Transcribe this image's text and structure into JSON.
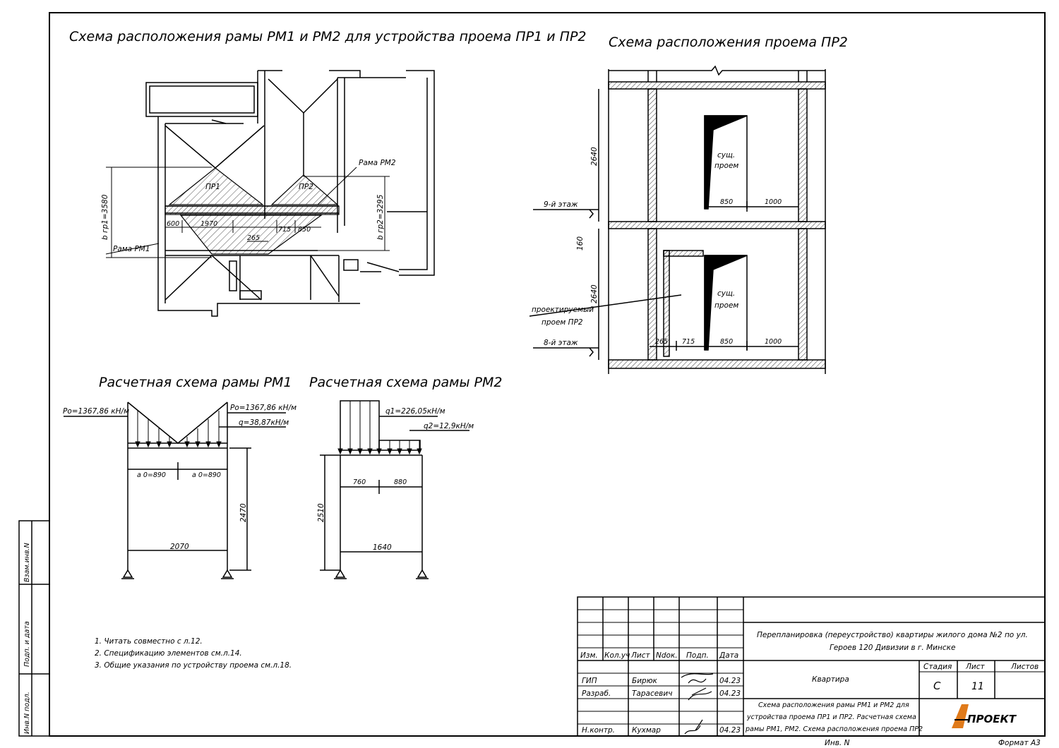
{
  "titles": {
    "plan": "Схема расположения рамы РМ1 и РМ2 для устройства проема ПР1 и ПР2",
    "section": "Схема расположения проема ПР2",
    "rm1": "Расчетная схема рамы РМ1",
    "rm2": "Расчетная схема рамы РМ2"
  },
  "plan": {
    "pr1": "ПР1",
    "pr2": "ПР2",
    "rama_rm1": "Рама РМ1",
    "rama_rm2": "Рама РМ2",
    "bgr1": "b гр1=3580",
    "bgr2": "b гр2=3295",
    "d600": "600",
    "d1970": "1970",
    "d265": "265",
    "d715": "715",
    "d850": "850"
  },
  "section": {
    "floor9": "9-й этаж",
    "floor8": "8-й этаж",
    "h_upper": "2640",
    "h_lower": "2640",
    "slab": "160",
    "existing1": "сущ.",
    "existing2": "проем",
    "existing3": "сущ.",
    "existing4": "проем",
    "proj1": "проектируемый",
    "proj2": "проем ПР2",
    "u850": "850",
    "u1000": "1000",
    "l265": "265",
    "l715": "715",
    "l850": "850",
    "l1000": "1000"
  },
  "rm1": {
    "po_left": "Po=1367,86 кН/м",
    "po_right": "Po=1367,86 кН/м",
    "q": "q=38,87кН/м",
    "a0_left": "a 0=890",
    "a0_right": "a 0=890",
    "height": "2470",
    "span": "2070"
  },
  "rm2": {
    "q1": "q1=226,05кН/м",
    "q2": "q2=12,9кН/м",
    "d760": "760",
    "d880": "880",
    "height": "2510",
    "span": "1640"
  },
  "notes": [
    "1.   Читать совместно с л.12.",
    "2.   Спецификацию элементов см.л.14.",
    "3.   Общие указания по устройству проема см.л.18."
  ],
  "side_stamp": {
    "vzam": "Взам.инв.N",
    "podp": "Подп. и дата",
    "inv": "Инв.N подл."
  },
  "stamp": {
    "headers": [
      "Изм.",
      "Кол.уч",
      "Лист",
      "Ndок.",
      "Подп.",
      "Дата"
    ],
    "rows": [
      {
        "role": "ГИП",
        "name": "Бирюк",
        "date": "04.23"
      },
      {
        "role": "Разраб.",
        "name": "Тарасевич",
        "date": "04.23"
      },
      {
        "role": "Н.контр.",
        "name": "Кухмар",
        "date": "04.23"
      }
    ],
    "project_line1": "Перепланировка (переустройство) квартиры жилого дома №2 по ул.",
    "project_line2": "Героев 120 Дивизии в г. Минске",
    "object": "Квартира",
    "stage_label": "Стадия",
    "sheet_label": "Лист",
    "sheets_label": "Листов",
    "stage": "С",
    "sheet": "11",
    "sheets": "",
    "drawing_line1": "Схема расположения рамы РМ1 и РМ2 для",
    "drawing_line2": "устройства проема ПР1 и ПР2. Расчетная схема",
    "drawing_line3": "рамы РМ1, РМ2. Схема расположения проема ПР2",
    "logo": "ПРОЕКТ",
    "inv_bottom": "Инв. N",
    "format": "Формат А3"
  }
}
